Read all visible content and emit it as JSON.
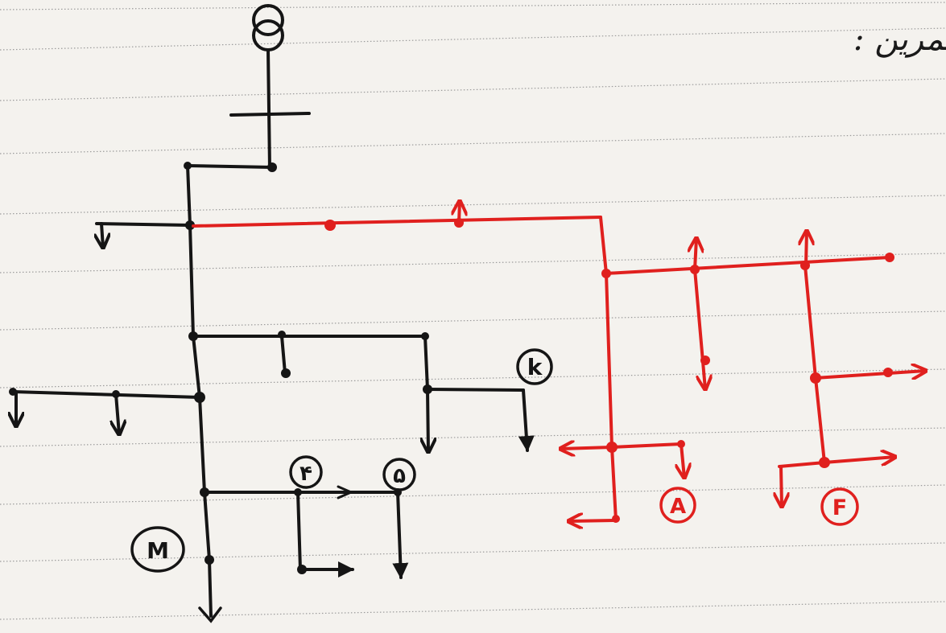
{
  "note": {
    "text": "تمرین :"
  },
  "labels": {
    "k": "k",
    "four": "۴",
    "five": "۵",
    "m": "M",
    "a": "A",
    "f": "F"
  },
  "colors": {
    "paper": "#f4f2ee",
    "rule": "#9a9a9a",
    "ink": "#151515",
    "red": "#e0201e"
  }
}
